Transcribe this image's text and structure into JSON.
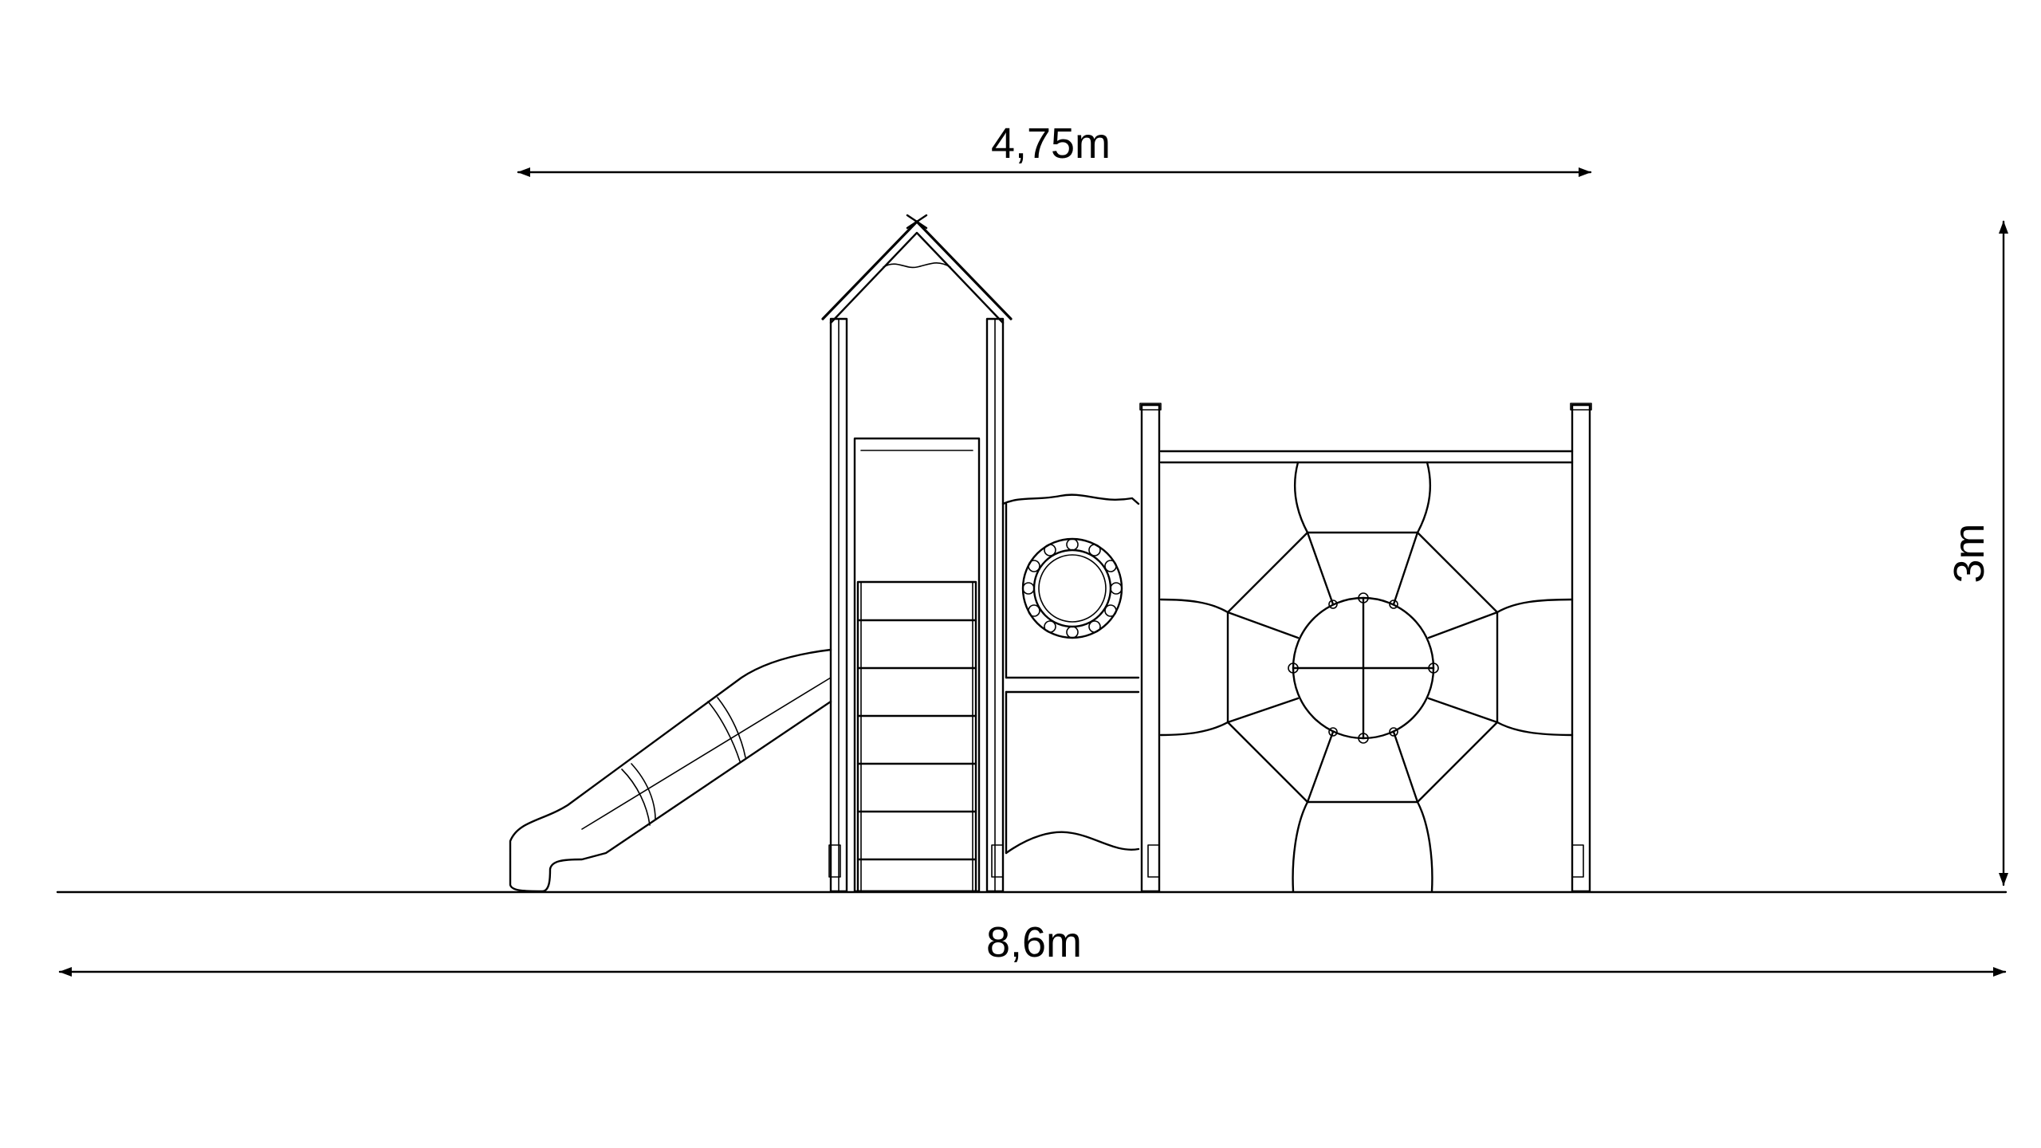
{
  "dimensions": {
    "top_width": "4,75m",
    "overall_width": "8,6m",
    "height": "3m"
  },
  "colors": {
    "line": "#000000",
    "background": "#ffffff"
  }
}
